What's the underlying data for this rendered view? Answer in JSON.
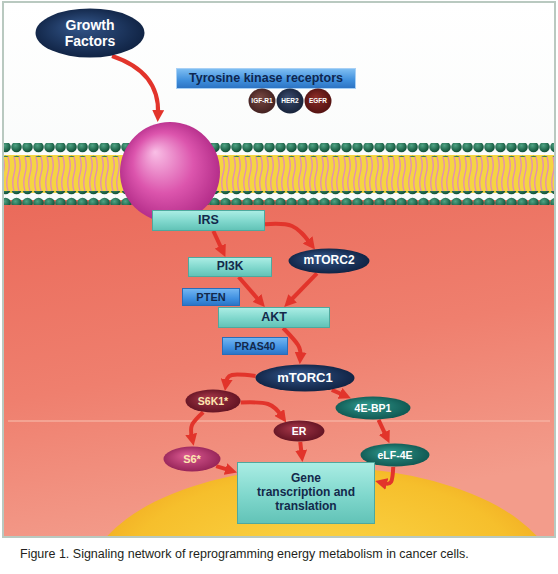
{
  "diagram": {
    "caption": "Figure 1. Signaling network of reprogramming energy metabolism in cancer cells.",
    "nodes": [
      {
        "text": [
          "Growth Factors"
        ]
      },
      {
        "text": [
          "Tyrosine kinase receptors"
        ]
      },
      {
        "text": [
          "IGF-R1"
        ]
      },
      {
        "text": [
          "HER2"
        ]
      },
      {
        "text": [
          "EGFR"
        ]
      },
      {
        "text": [
          "IRS"
        ]
      },
      {
        "text": [
          "PI3K"
        ]
      },
      {
        "text": [
          "mTORC2"
        ]
      },
      {
        "text": [
          "PTEN"
        ]
      },
      {
        "text": [
          "AKT"
        ]
      },
      {
        "text": [
          "PRAS40"
        ]
      },
      {
        "text": [
          "mTORC1"
        ]
      },
      {
        "text": [
          "S6K1*"
        ]
      },
      {
        "text": [
          "4E-BP1"
        ]
      },
      {
        "text": [
          "ER"
        ]
      },
      {
        "text": [
          "S6*"
        ]
      },
      {
        "text": [
          "eLF-4E"
        ]
      },
      {
        "text": [
          "Gene transcription and translation"
        ]
      }
    ],
    "edges": [
      {
        "from": 5,
        "to": 6,
        "arrow": "to"
      },
      {
        "from": 5,
        "to": 7,
        "arrow": "to"
      },
      {
        "from": 6,
        "to": 9,
        "arrow": "to"
      },
      {
        "from": 7,
        "to": 9,
        "arrow": "to"
      },
      {
        "from": 9,
        "to": 11,
        "arrow": "to"
      },
      {
        "from": 11,
        "to": 12,
        "arrow": "to"
      },
      {
        "from": 11,
        "to": 13,
        "arrow": "to"
      },
      {
        "from": 12,
        "to": 14,
        "arrow": "to"
      },
      {
        "from": 12,
        "to": 15,
        "arrow": "to"
      },
      {
        "from": 13,
        "to": 16,
        "arrow": "to"
      },
      {
        "from": 15,
        "to": 17,
        "arrow": "to"
      },
      {
        "from": 14,
        "to": 17,
        "arrow": "to"
      },
      {
        "from": 16,
        "to": 17,
        "arrow": "to"
      }
    ]
  }
}
